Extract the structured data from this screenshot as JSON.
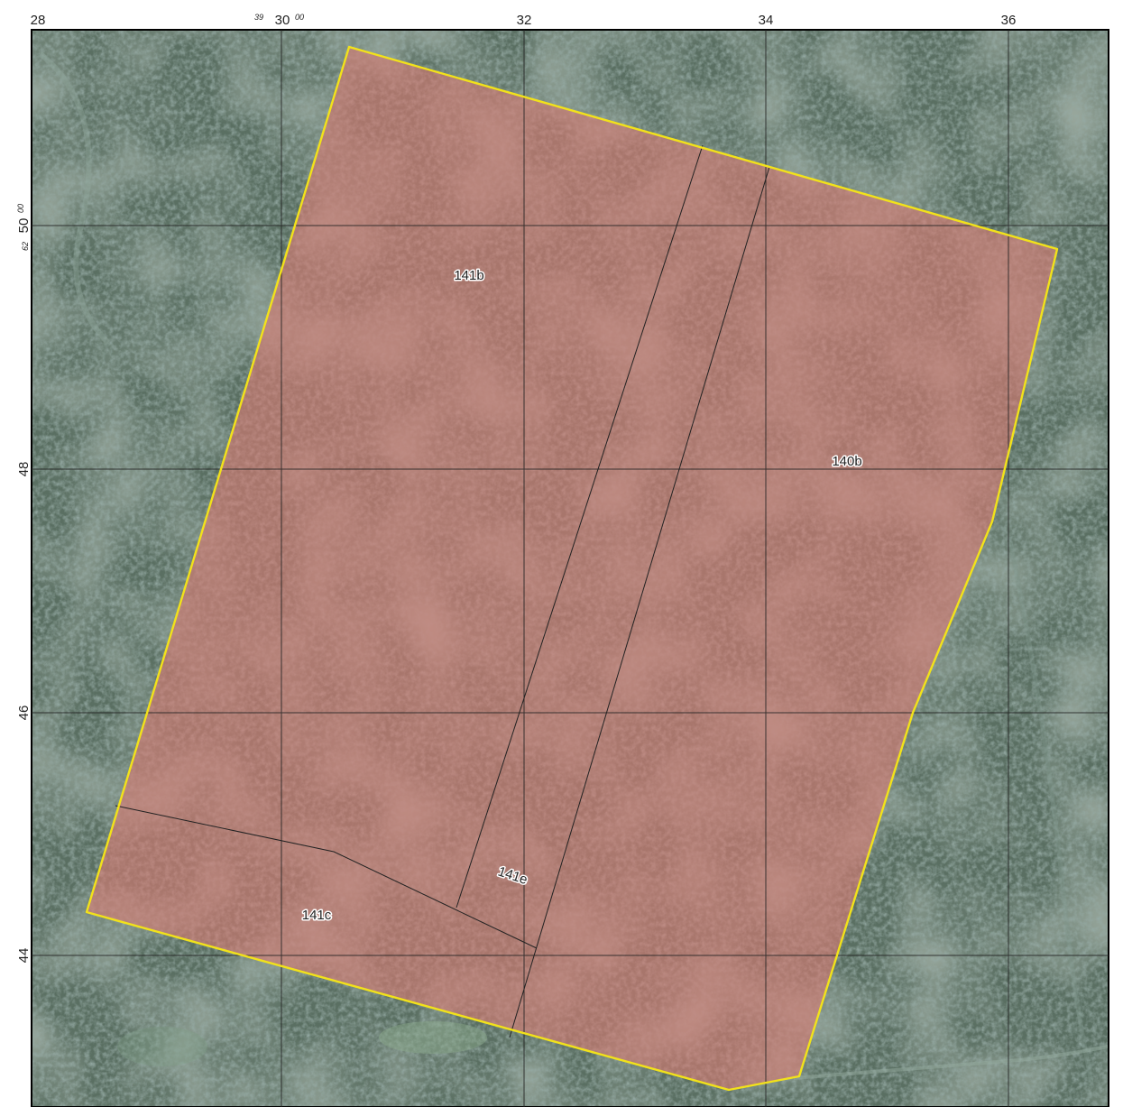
{
  "x_ticks": [
    {
      "value": "28",
      "prefix": ""
    },
    {
      "value": "30",
      "prefix": "39",
      "suffix": "00"
    },
    {
      "value": "32",
      "prefix": ""
    },
    {
      "value": "34",
      "prefix": ""
    },
    {
      "value": "36",
      "prefix": ""
    }
  ],
  "y_ticks": [
    {
      "value": "50",
      "prefix": "62",
      "suffix": "00"
    },
    {
      "value": "48",
      "prefix": ""
    },
    {
      "value": "46",
      "prefix": ""
    },
    {
      "value": "44",
      "prefix": ""
    }
  ],
  "parcels": [
    {
      "id": "141b"
    },
    {
      "id": "140b"
    },
    {
      "id": "141c"
    },
    {
      "id": "141e"
    }
  ],
  "colors": {
    "boundary": "#f2e21a",
    "parcel_fill": "#d87a72",
    "imagery_base": "#5a6f62",
    "grid": "#222222",
    "frame": "#000000"
  },
  "background": "satellite-imagery"
}
